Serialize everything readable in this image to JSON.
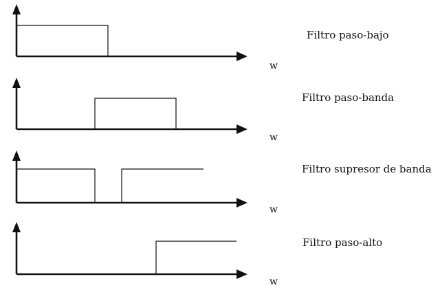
{
  "axis_label": "w",
  "panels": [
    {
      "label": "Filtro paso-bajo",
      "type": "low-pass"
    },
    {
      "label": "Filtro paso-banda",
      "type": "band-pass"
    },
    {
      "label": "Filtro supresor de banda",
      "type": "band-stop"
    },
    {
      "label": "Filtro paso-alto",
      "type": "high-pass"
    }
  ]
}
